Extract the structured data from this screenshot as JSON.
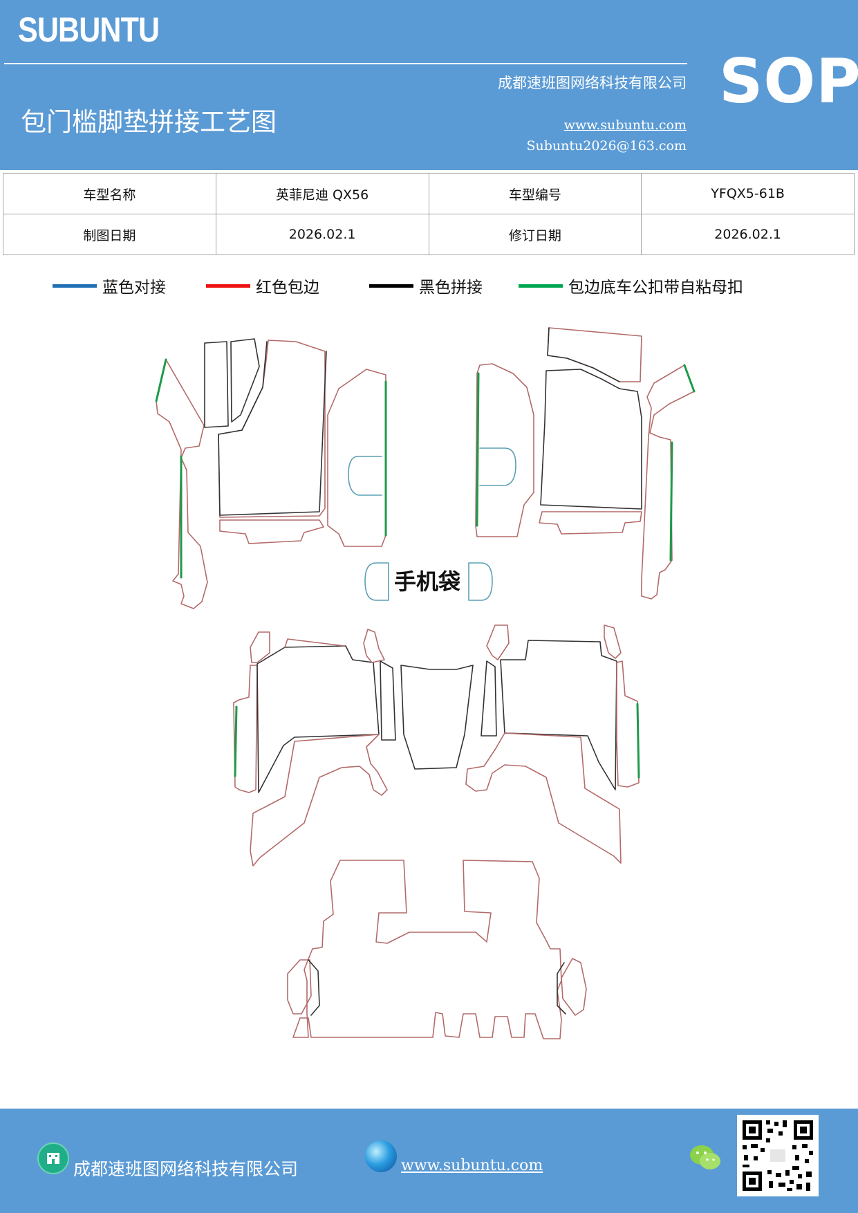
{
  "header": {
    "brand": "SUBUNTU",
    "company": "成都速班图网络科技有限公司",
    "title": "包门槛脚垫拼接工艺图",
    "website": "www.subuntu.com",
    "email": "Subuntu2026@163.com",
    "badge": "SOP"
  },
  "info": {
    "model_name_label": "车型名称",
    "model_name_value": "英菲尼迪 QX56",
    "model_code_label": "车型编号",
    "model_code_value": "YFQX5-61B",
    "draw_date_label": "制图日期",
    "draw_date_value": "2026.02.1",
    "revise_date_label": "修订日期",
    "revise_date_value": "2026.02.1"
  },
  "legend": [
    {
      "label": "蓝色对接",
      "color": "#1f6fb5"
    },
    {
      "label": "红色包边",
      "color": "#ee1111"
    },
    {
      "label": "黑色拼接",
      "color": "#000000"
    },
    {
      "label": "包边底车公扣带自粘母扣",
      "color": "#00a651"
    }
  ],
  "drawing": {
    "phone_pocket_label": "手机袋",
    "colors": {
      "outline": "#b46a6a",
      "seam": "#333333",
      "velcro": "#1e9a4a",
      "butt": "#5aa0b4"
    }
  },
  "footer": {
    "company": "成都速班图网络科技有限公司",
    "website": "www.subuntu.com",
    "company_icon": "building-icon",
    "web_icon": "globe-icon",
    "wechat_icon": "wechat-icon"
  }
}
